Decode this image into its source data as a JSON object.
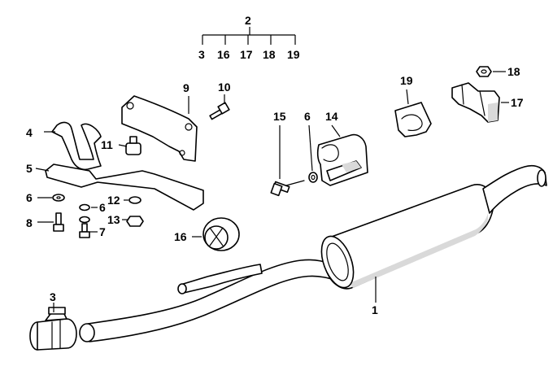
{
  "callouts": {
    "c1": "1",
    "c2": "2",
    "c2_sub": [
      "3",
      "16",
      "17",
      "18",
      "19"
    ],
    "c3a": "3",
    "c4": "4",
    "c5": "5",
    "c6a": "6",
    "c6b": "6",
    "c6c": "6",
    "c7": "7",
    "c8": "8",
    "c9": "9",
    "c10": "10",
    "c11": "11",
    "c12": "12",
    "c13": "13",
    "c14": "14",
    "c15": "15",
    "c16": "16",
    "c17": "17",
    "c18": "18",
    "c19": "19"
  }
}
